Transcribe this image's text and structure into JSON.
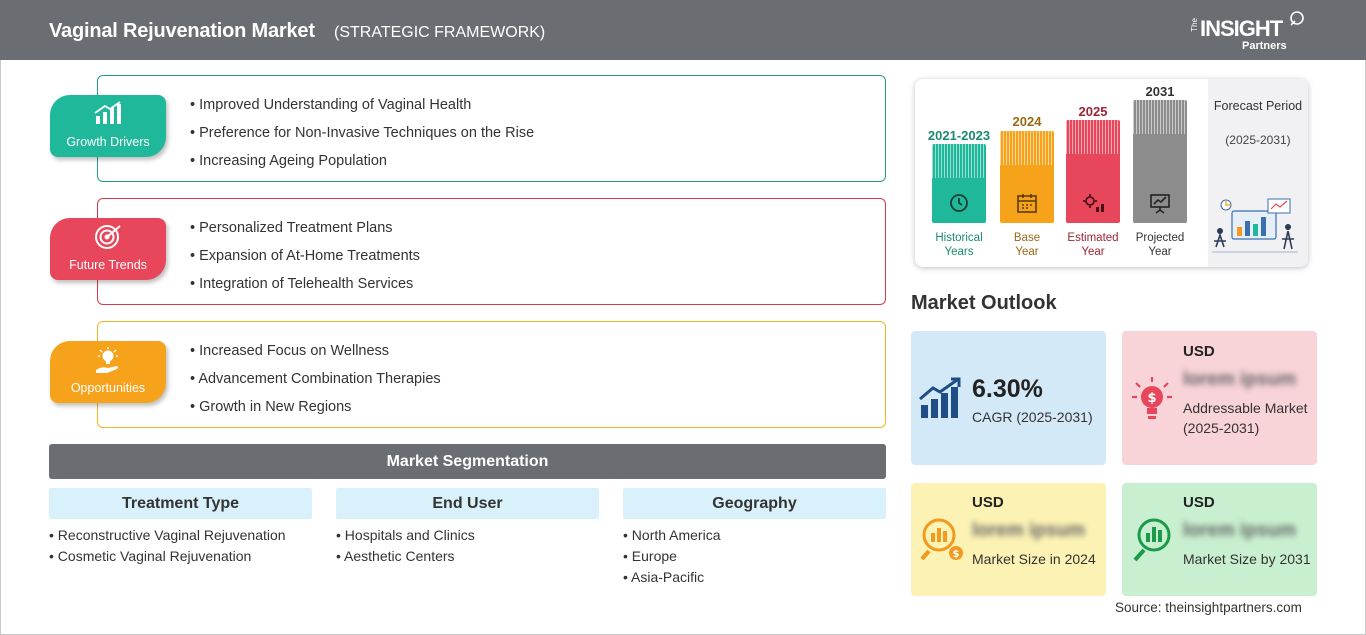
{
  "header": {
    "title": "Vaginal Rejuvenation Market",
    "subtitle": "(STRATEGIC FRAMEWORK)",
    "logo_the": "The",
    "logo_insight": "INSIGHT",
    "logo_partners": "Partners"
  },
  "factors": [
    {
      "label": "Growth Drivers",
      "icon": "growth-chart-icon",
      "color": "#1fb89a",
      "border": "#1f9f86",
      "items": [
        "Improved Understanding of Vaginal Health",
        "Preference for Non-Invasive Techniques on the Rise",
        "Increasing Ageing Population"
      ]
    },
    {
      "label": "Future Trends",
      "icon": "target-icon",
      "color": "#e8465a",
      "border": "#d83a4c",
      "items": [
        "Personalized Treatment Plans",
        "Expansion of At-Home Treatments",
        "Integration of Telehealth Services"
      ]
    },
    {
      "label": "Opportunities",
      "icon": "lightbulb-hand-icon",
      "color": "#f6a31b",
      "border": "#f2b527",
      "items": [
        "Increased Focus on Wellness",
        "Advancement Combination Therapies",
        "Growth in New Regions"
      ]
    }
  ],
  "segmentation": {
    "title": "Market Segmentation",
    "columns": [
      {
        "head": "Treatment Type",
        "items": [
          "Reconstructive Vaginal Rejuvenation",
          "Cosmetic Vaginal Rejuvenation"
        ]
      },
      {
        "head": "End User",
        "items": [
          "Hospitals and Clinics",
          "Aesthetic Centers"
        ]
      },
      {
        "head": "Geography",
        "items": [
          "North America",
          "Europe",
          "Asia-Pacific"
        ]
      }
    ]
  },
  "timeline": {
    "periods": [
      {
        "year": "2021-2023",
        "label_1": "Historical",
        "label_2": "Years",
        "color": "#1fb89a",
        "text_color": "#1b8a73",
        "icon": "history-clock-icon"
      },
      {
        "year": "2024",
        "label_1": "Base",
        "label_2": "Year",
        "color": "#f6a31b",
        "text_color": "#9a6a12",
        "icon": "calendar-icon"
      },
      {
        "year": "2025",
        "label_1": "Estimated",
        "label_2": "Year",
        "color": "#e8465a",
        "text_color": "#9b2435",
        "icon": "gear-chart-icon"
      },
      {
        "year": "2031",
        "label_1": "Projected",
        "label_2": "Year",
        "color": "#8c8c8c",
        "text_color": "#333333",
        "icon": "presentation-icon"
      }
    ],
    "forecast_title": "Forecast Period",
    "forecast_period": "(2025-2031)"
  },
  "outlook": {
    "title": "Market Outlook",
    "cagr_value": "6.30%",
    "cagr_label": "CAGR (2025-2031)",
    "addressable": {
      "usd": "USD",
      "value": "lorem ipsum",
      "desc": "Addressable Market (2025-2031)"
    },
    "size_2024": {
      "usd": "USD",
      "value": "lorem ipsum",
      "desc": "Market Size in 2024"
    },
    "size_2031": {
      "usd": "USD",
      "value": "lorem ipsum",
      "desc": "Market Size by 2031"
    }
  },
  "source": "Source: theinsightpartners.com"
}
